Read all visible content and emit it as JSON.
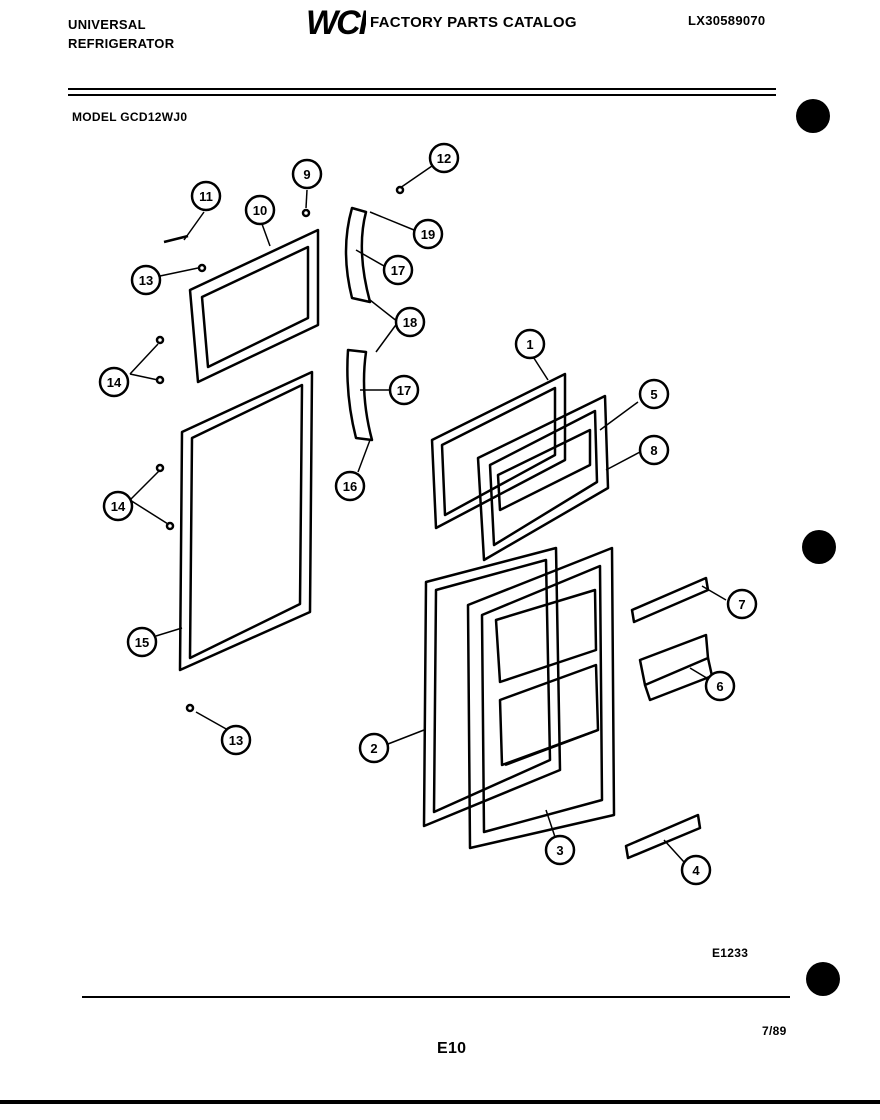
{
  "header": {
    "brand_line1": "UNIVERSAL",
    "brand_line2": "REFRIGERATOR",
    "logo_text": "WCI",
    "catalog_title": "FACTORY PARTS CATALOG",
    "doc_number": "LX30589070"
  },
  "model_label": "MODEL GCD12WJ0",
  "diagram_code": "E1233",
  "footer": {
    "date": "7/89",
    "page": "E10"
  },
  "callouts": [
    "1",
    "2",
    "3",
    "4",
    "5",
    "6",
    "7",
    "8",
    "9",
    "10",
    "11",
    "12",
    "13",
    "13",
    "14",
    "14",
    "15",
    "16",
    "17",
    "17",
    "18",
    "19"
  ]
}
